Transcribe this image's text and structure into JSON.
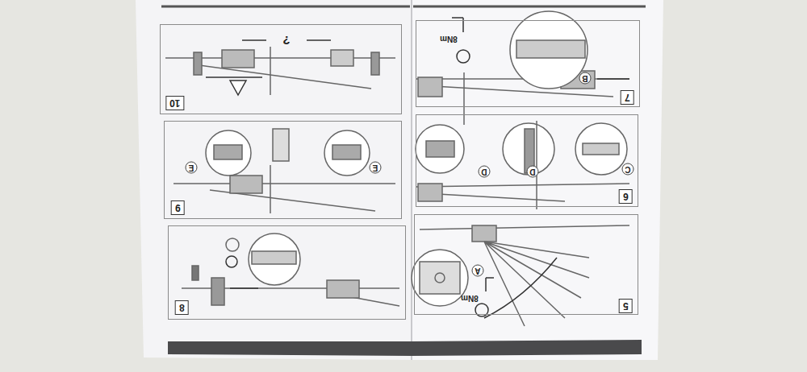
{
  "diagram": {
    "nodes": [
      {
        "text": [
          "10"
        ]
      },
      {
        "text": [
          "9"
        ]
      },
      {
        "text": [
          "8"
        ]
      },
      {
        "text": [
          "7"
        ]
      },
      {
        "text": [
          "6"
        ]
      },
      {
        "text": [
          "5"
        ]
      }
    ],
    "labels": [
      "?",
      "8Nm",
      "8Nm",
      "B",
      "C",
      "D",
      "D",
      "A",
      "E",
      "E"
    ]
  }
}
